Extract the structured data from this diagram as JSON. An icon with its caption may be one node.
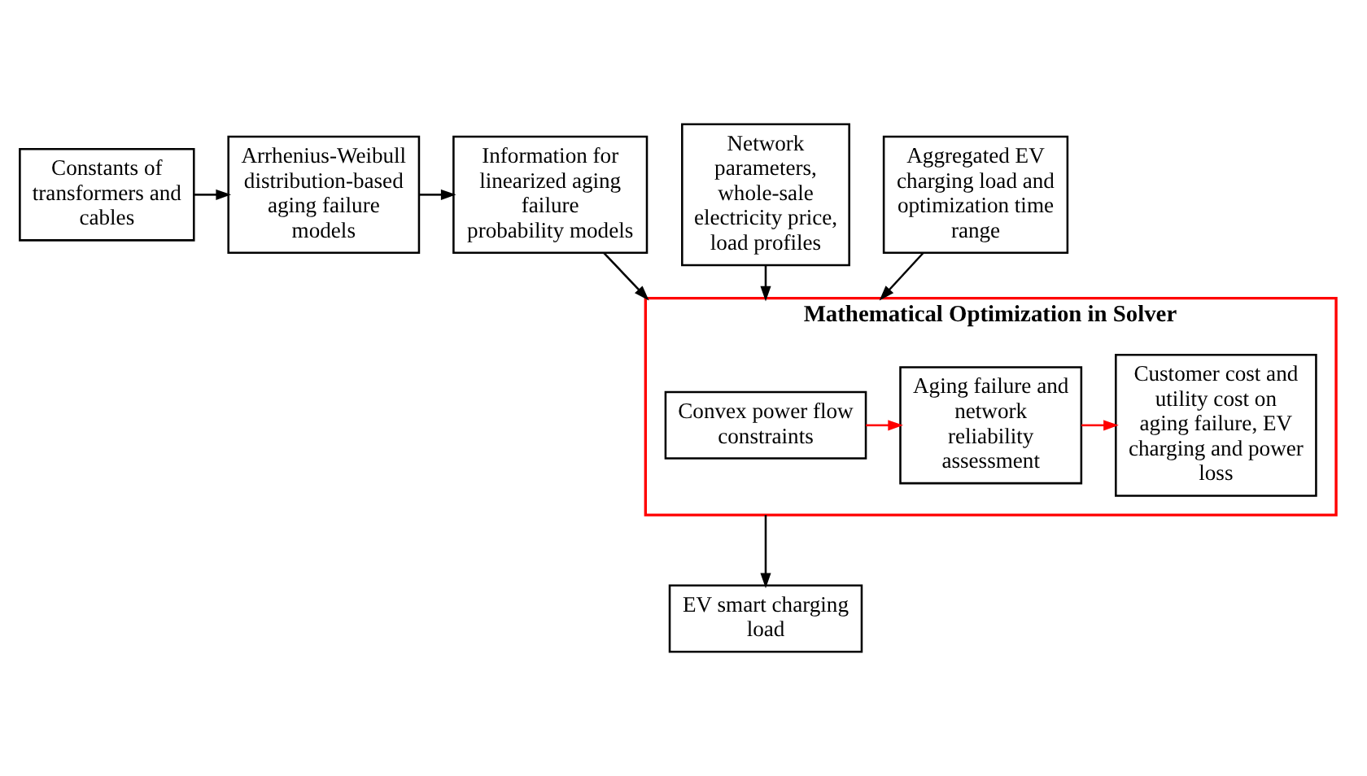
{
  "diagram": {
    "nodes": [
      {
        "text": [
          "Constants of transformers and cables"
        ]
      },
      {
        "text": [
          "Arrhenius-Weibull distribution-based aging failure models"
        ]
      },
      {
        "text": [
          "Information for linearized aging failure probability models"
        ]
      },
      {
        "text": [
          "Network parameters, whole-sale electricity price, load profiles"
        ]
      },
      {
        "text": [
          "Aggregated EV charging load and optimization time range"
        ]
      },
      {
        "text": [
          "Mathematical Optimization in Solver"
        ]
      },
      {
        "text": [
          "Convex power flow constraints"
        ],
        "in": 5
      },
      {
        "text": [
          "Aging failure and network reliability assessment"
        ],
        "in": 5
      },
      {
        "text": [
          "Customer cost and utility cost on aging failure, EV charging and power loss"
        ],
        "in": 5
      },
      {
        "text": [
          "EV smart charging load"
        ]
      }
    ],
    "edges": [
      {
        "from": 0,
        "to": 1,
        "arrow": "to"
      },
      {
        "from": 1,
        "to": 2,
        "arrow": "to"
      },
      {
        "from": 2,
        "to": 5,
        "arrow": "to"
      },
      {
        "from": 3,
        "to": 5,
        "arrow": "to"
      },
      {
        "from": 4,
        "to": 5,
        "arrow": "to"
      },
      {
        "from": 6,
        "to": 7,
        "arrow": "to",
        "color": "#ff0000"
      },
      {
        "from": 7,
        "to": 8,
        "arrow": "to",
        "color": "#ff0000"
      },
      {
        "from": 5,
        "to": 9,
        "arrow": "to"
      }
    ]
  }
}
